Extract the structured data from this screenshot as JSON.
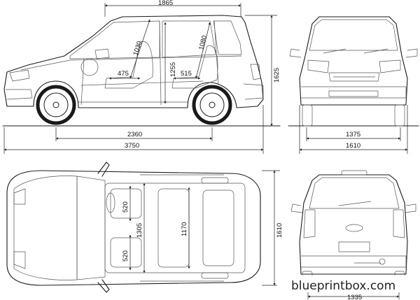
{
  "watermark": "blueprintbox.com",
  "side_view": {
    "wheelbase": "2360",
    "overall_length": "3750",
    "roof_length": "1865",
    "overall_height": "1625",
    "front_headroom": "1030",
    "rear_headroom": "1080",
    "seat_height_total": "1255",
    "front_seat_depth": "475",
    "rear_seat_depth": "515"
  },
  "front_view": {
    "track": "1375",
    "overall_width": "1610"
  },
  "top_view": {
    "front_seat_width": "520",
    "rear_seat_width": "520",
    "interior_width": "1305",
    "cabin_width": "1170",
    "overall_width": "1610"
  },
  "rear_view": {
    "rear_track": "1335"
  }
}
